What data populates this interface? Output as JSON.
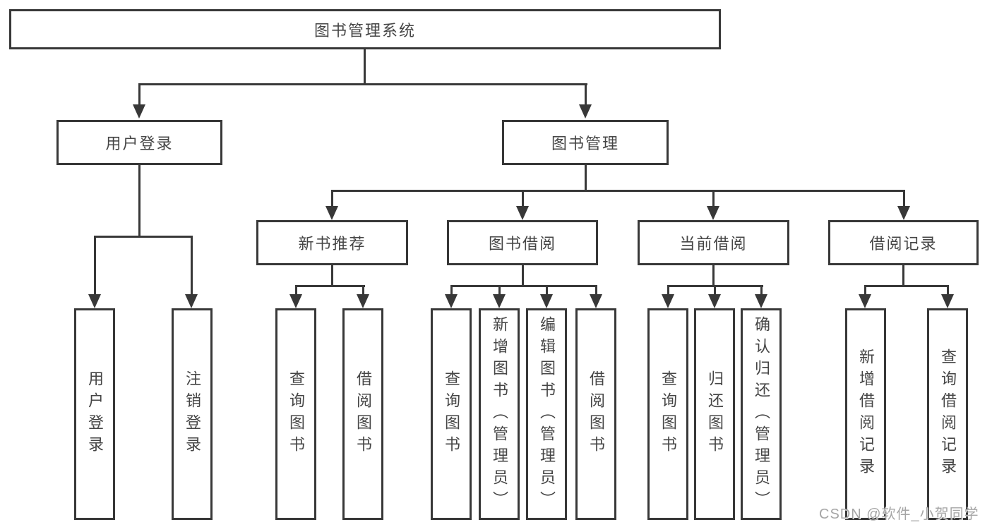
{
  "diagram": {
    "title": "图书管理系统",
    "branches": [
      {
        "label": "用户登录",
        "children": [
          {
            "label": "用户登录"
          },
          {
            "label": "注销登录"
          }
        ]
      },
      {
        "label": "图书管理",
        "children": [
          {
            "label": "新书推荐",
            "children": [
              {
                "label": "查询图书"
              },
              {
                "label": "借阅图书"
              }
            ]
          },
          {
            "label": "图书借阅",
            "children": [
              {
                "label": "查询图书"
              },
              {
                "label": "新增图书（管理员）"
              },
              {
                "label": "编辑图书（管理员）"
              },
              {
                "label": "借阅图书"
              }
            ]
          },
          {
            "label": "当前借阅",
            "children": [
              {
                "label": "查询图书"
              },
              {
                "label": "归还图书"
              },
              {
                "label": "确认归还（管理员）"
              }
            ]
          },
          {
            "label": "借阅记录",
            "children": [
              {
                "label": "新增借阅记录"
              },
              {
                "label": "查询借阅记录"
              }
            ]
          }
        ]
      }
    ]
  },
  "watermark": {
    "text": "CSDN @软件_小贺同学"
  },
  "colors": {
    "line": "#383838",
    "text": "#454545",
    "background": "#ffffff",
    "watermark": "#a5a5a5"
  }
}
